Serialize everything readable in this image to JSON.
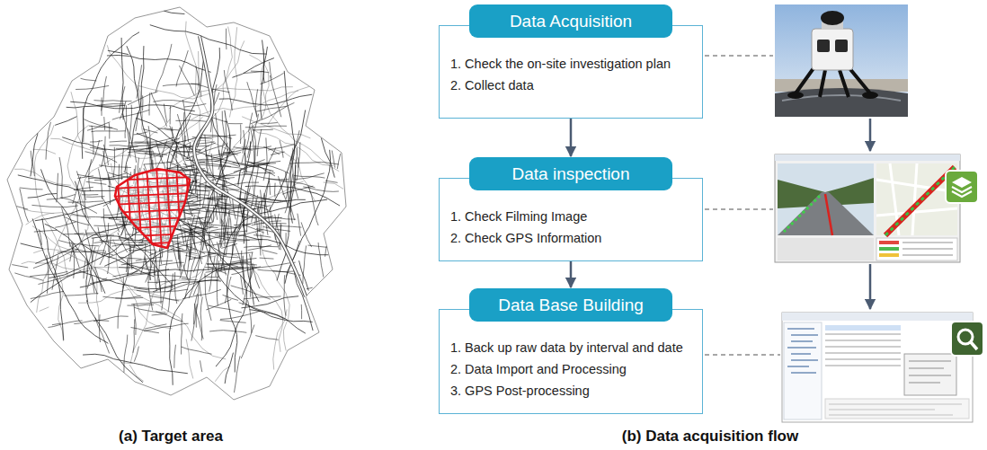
{
  "diagram": {
    "nodes": [
      {
        "text": [
          "Data Acquisition",
          "1. Check the on-site investigation plan",
          "2. Collect data"
        ]
      },
      {
        "text": [
          "Data inspection",
          "1. Check Filming Image",
          "2. Check GPS Information"
        ]
      },
      {
        "text": [
          "Data Base Building",
          "1. Back up raw data by interval and date",
          "2. Data Import and Processing",
          "3. GPS Post-processing"
        ]
      }
    ],
    "edges": [
      {
        "from": 0,
        "to": 1,
        "arrow": "to"
      },
      {
        "from": 1,
        "to": 2,
        "arrow": "to"
      }
    ],
    "labels": [
      "(a) Target area",
      "(b) Data acquisition flow"
    ]
  }
}
